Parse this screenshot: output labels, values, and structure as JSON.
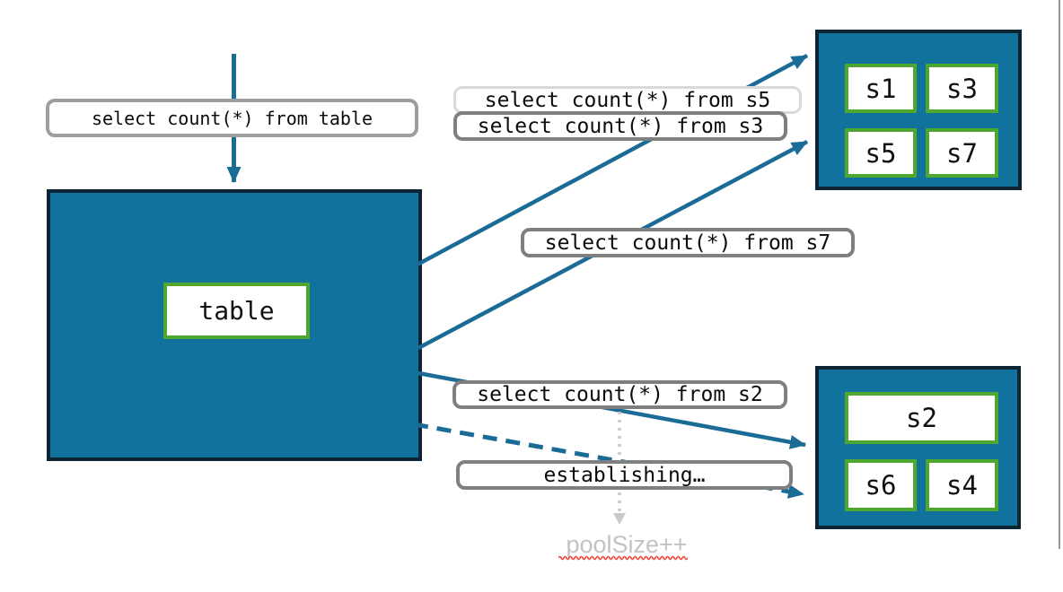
{
  "labels": {
    "query_table": "select count(*) from table",
    "query_s5": "select count(*) from s5",
    "query_s3": "select count(*) from s3",
    "query_s7": "select count(*) from s7",
    "query_s2": "select count(*) from s2",
    "establishing": "establishing…",
    "pool_size": "poolSize++"
  },
  "table": {
    "label": "table"
  },
  "shard_groups": {
    "top": {
      "shards": [
        {
          "label": "s1"
        },
        {
          "label": "s3"
        },
        {
          "label": "s5"
        },
        {
          "label": "s7"
        }
      ]
    },
    "bottom": {
      "shards": [
        {
          "label": "s2"
        },
        {
          "label": "s6"
        },
        {
          "label": "s4"
        }
      ]
    }
  },
  "connections": [
    {
      "from": "query-table-label",
      "to": "table-node",
      "style": "solid-arrow"
    },
    {
      "from": "table-node",
      "to": "top-shard-group",
      "style": "solid-arrow"
    },
    {
      "from": "table-node",
      "to": "top-shard-group",
      "style": "solid-arrow"
    },
    {
      "from": "table-node",
      "to": "bottom-shard-group",
      "style": "solid-arrow"
    },
    {
      "from": "table-node",
      "to": "bottom-shard-group",
      "style": "dashed-arrow"
    },
    {
      "from": "query-s2-label",
      "to": "pool-size-note",
      "style": "dotted-arrow"
    }
  ],
  "colors": {
    "node_fill": "#11729e",
    "node_border": "#0c2433",
    "shard_border": "#4ea72e",
    "arrow": "#1a6b95",
    "label_border_dark": "#7f7f7f",
    "label_border_light": "#d9d9d9",
    "query_table_border": "#9e9e9e",
    "dotted_arrow": "#c9c9c9",
    "pool_size_text": "#c3c3c3",
    "squiggle_red": "#f04a3e",
    "right_edge_line": "#969696"
  }
}
